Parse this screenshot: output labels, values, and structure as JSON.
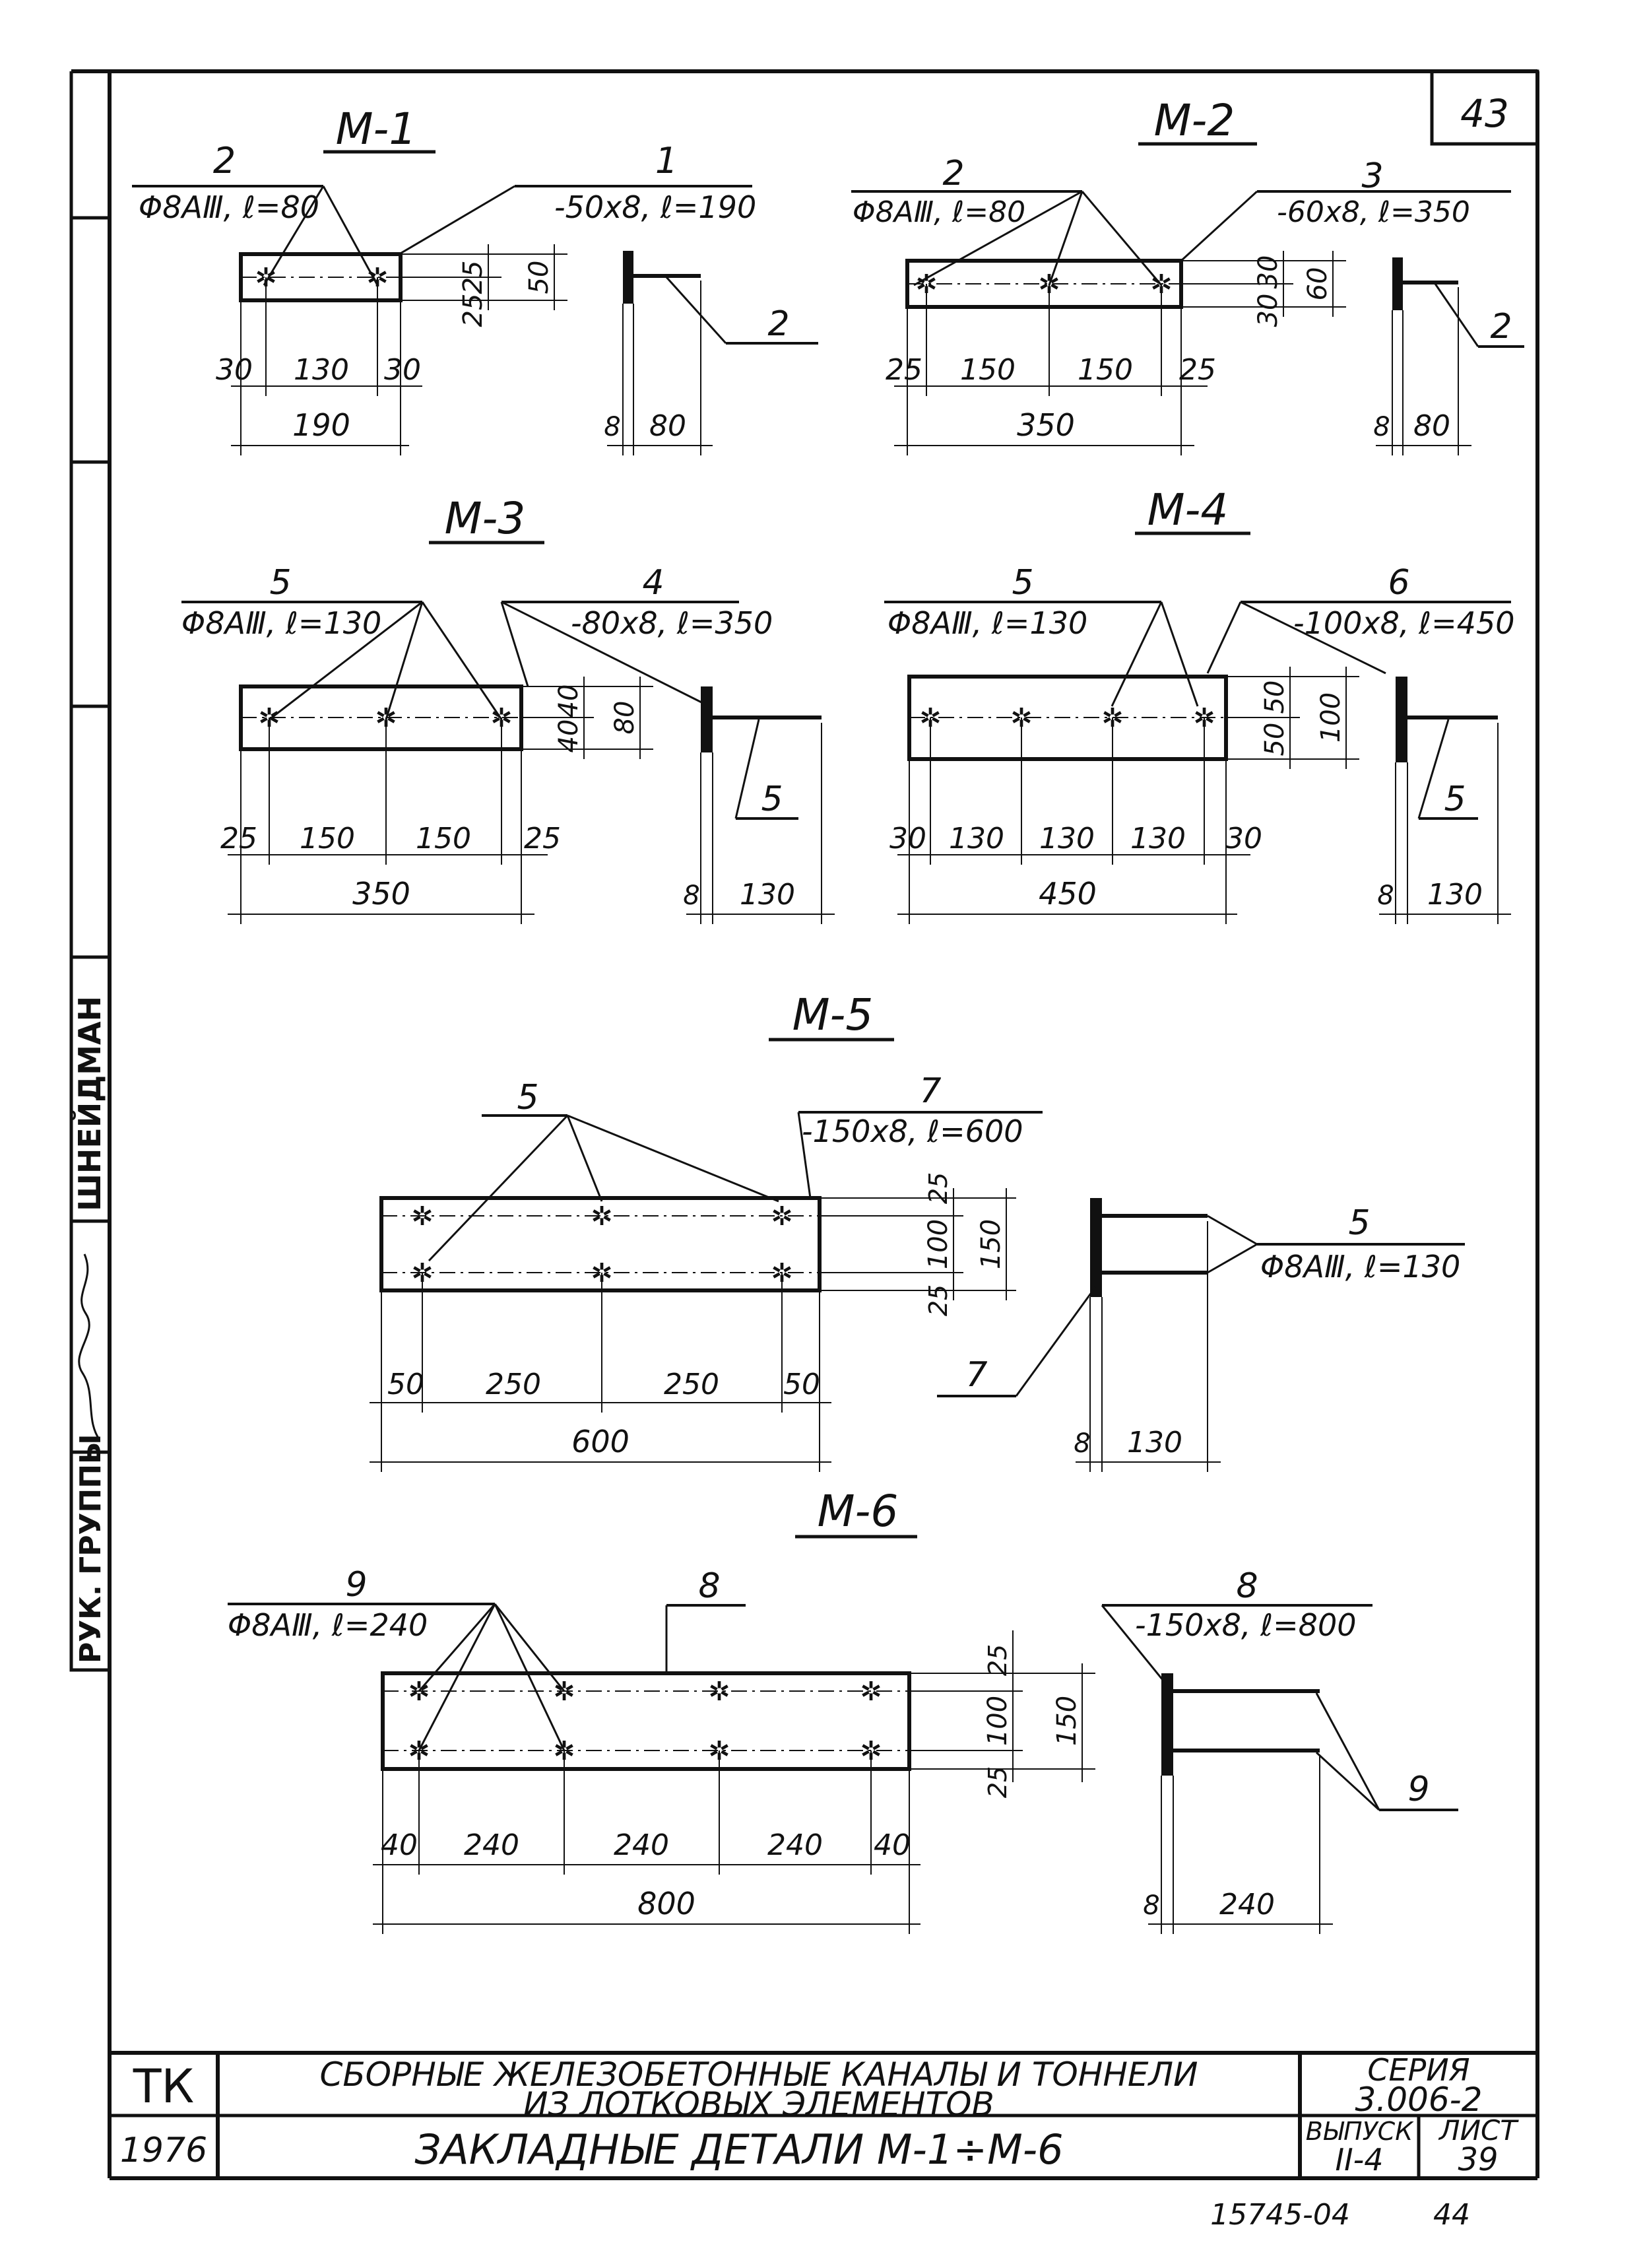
{
  "sheet_corner_number": "43",
  "side_stamp": {
    "group_head": "РУК. ГРУППЫ",
    "name": "ШНЕЙДМАН"
  },
  "details": [
    {
      "id": "m1",
      "title": "М-1",
      "bar_pos": "2",
      "bar_spec": "Φ8АⅢ, ℓ=80",
      "plate_pos": "1",
      "plate_spec": "-50x8, ℓ=190",
      "side_bar_pos": "2",
      "height_dims": [
        "25",
        "25",
        "50"
      ],
      "width_dims": [
        "30",
        "130",
        "30"
      ],
      "total_width": "190",
      "thickness": "8",
      "bar_length": "80"
    },
    {
      "id": "m2",
      "title": "М-2",
      "bar_pos": "2",
      "bar_spec": "Φ8АⅢ, ℓ=80",
      "plate_pos": "3",
      "plate_spec": "-60x8, ℓ=350",
      "side_bar_pos": "2",
      "height_dims": [
        "30",
        "30",
        "60"
      ],
      "width_dims": [
        "25",
        "150",
        "150",
        "25"
      ],
      "total_width": "350",
      "thickness": "8",
      "bar_length": "80"
    },
    {
      "id": "m3",
      "title": "М-3",
      "bar_pos": "5",
      "bar_spec": "Φ8АⅢ, ℓ=130",
      "plate_pos": "4",
      "plate_spec": "-80x8, ℓ=350",
      "side_bar_pos": "5",
      "height_dims": [
        "40",
        "40",
        "80"
      ],
      "width_dims": [
        "25",
        "150",
        "150",
        "25"
      ],
      "total_width": "350",
      "thickness": "8",
      "bar_length": "130"
    },
    {
      "id": "m4",
      "title": "М-4",
      "bar_pos": "5",
      "bar_spec": "Φ8АⅢ, ℓ=130",
      "plate_pos": "6",
      "plate_spec": "-100x8, ℓ=450",
      "side_bar_pos": "5",
      "height_dims": [
        "50",
        "50",
        "100"
      ],
      "width_dims": [
        "30",
        "130",
        "130",
        "130",
        "30"
      ],
      "total_width": "450",
      "thickness": "8",
      "bar_length": "130"
    },
    {
      "id": "m5",
      "title": "М-5",
      "bar_pos": "5",
      "bar_spec": "Φ8АⅢ, ℓ=130",
      "plate_pos": "7",
      "plate_spec": "-150x8, ℓ=600",
      "side_bar_pos": "5",
      "height_dims": [
        "25",
        "100",
        "25",
        "150"
      ],
      "width_dims": [
        "50",
        "250",
        "250",
        "50"
      ],
      "total_width": "600",
      "thickness": "8",
      "bar_length": "130"
    },
    {
      "id": "m6",
      "title": "М-6",
      "bar_pos": "9",
      "bar_spec": "Φ8АⅢ, ℓ=240",
      "plate_pos": "8",
      "plate_spec": "-150x8, ℓ=800",
      "side_bar_pos": "9",
      "height_dims": [
        "25",
        "100",
        "25",
        "150"
      ],
      "width_dims": [
        "40",
        "240",
        "240",
        "240",
        "40"
      ],
      "total_width": "800",
      "thickness": "8",
      "bar_length": "240"
    }
  ],
  "title_block": {
    "org": "ТК",
    "year": "1976",
    "project_line1": "СБОРНЫЕ ЖЕЛЕЗОБЕТОННЫЕ КАНАЛЫ И ТОННЕЛИ",
    "project_line2": "ИЗ ЛОТКОВЫХ ЭЛЕМЕНТОВ",
    "drawing_title": "ЗАКЛАДНЫЕ ДЕТАЛИ М-1÷М-6",
    "series_label": "СЕРИЯ",
    "series_value": "3.006-2",
    "issue_label": "ВЫПУСК",
    "issue_value": "II-4",
    "sheet_label": "ЛИСТ",
    "sheet_value": "39"
  },
  "footer": {
    "order_number": "15745-04",
    "page_number": "44"
  }
}
